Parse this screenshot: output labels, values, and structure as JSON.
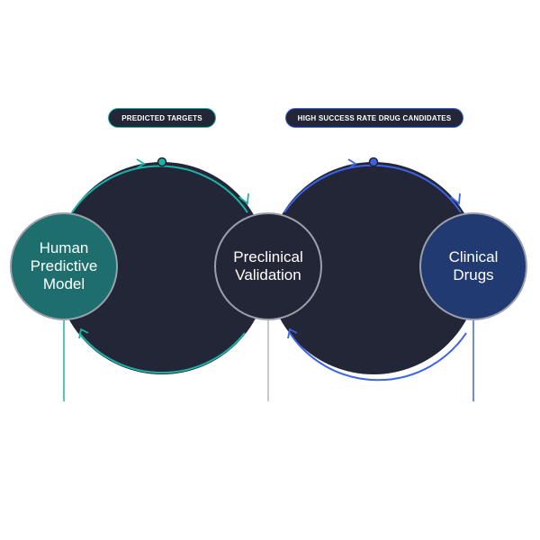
{
  "labels": {
    "left_stage": "PREDICTED TARGETS",
    "right_stage": "HIGH SUCCESS RATE DRUG CANDIDATES"
  },
  "nodes": {
    "human": "Human\nPredictive\nModel",
    "preclinical": "Preclinical\nValidation",
    "clinical": "Clinical\nDrugs"
  },
  "colors": {
    "dark_circle": "#232636",
    "teal_accent": "#1ab3a6",
    "blue_accent": "#3c63e6",
    "human_node": "#1e6e6e",
    "clinical_node": "#213a72",
    "node_border": "#9aa0aa",
    "connector_gray": "#b4b8c0"
  },
  "icons": [
    "arrow-right-icon",
    "arrow-down-icon",
    "arrow-up-icon",
    "dot-icon"
  ]
}
